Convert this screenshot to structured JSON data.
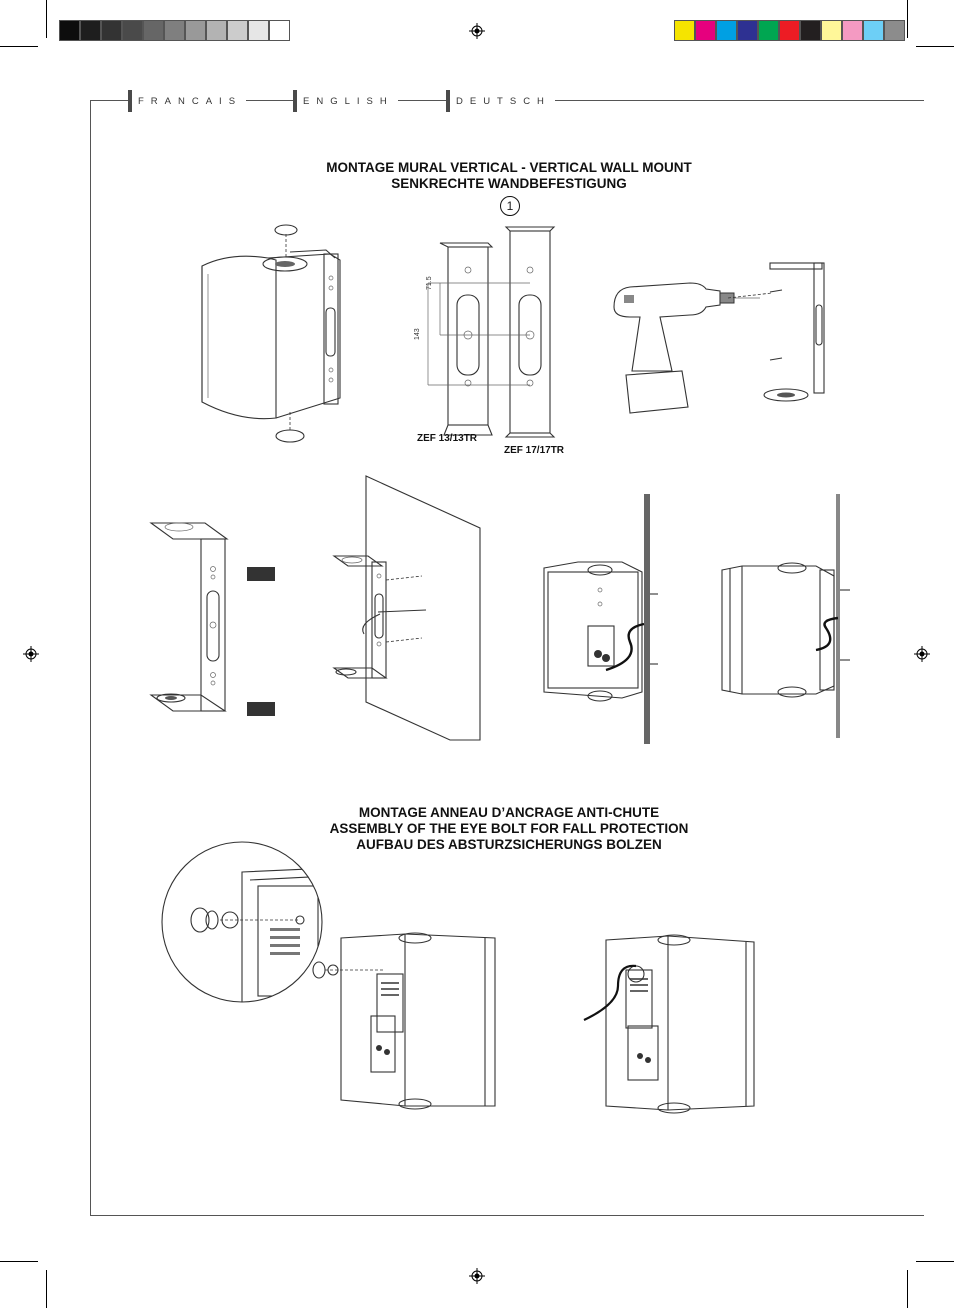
{
  "print_marks": {
    "gray_swatches": [
      "#0d0d0d",
      "#1e1e1e",
      "#333333",
      "#4a4a4a",
      "#666666",
      "#7f7f7f",
      "#999999",
      "#b3b3b3",
      "#cccccc",
      "#e6e6e6",
      "#ffffff"
    ],
    "color_swatches": [
      "#f5e400",
      "#e6007e",
      "#00a0e3",
      "#2e3192",
      "#00a651",
      "#ed1c24",
      "#231f20",
      "#fff799",
      "#f49ac2",
      "#6dcff6",
      "#8c8c8c"
    ]
  },
  "tabs": [
    {
      "label": "FRANCAIS"
    },
    {
      "label": "ENGLISH"
    },
    {
      "label": "DEUTSCH"
    }
  ],
  "section1": {
    "title_line1": "MONTAGE MURAL VERTICAL - VERTICAL WALL MOUNT",
    "title_line2": "SENKRECHTE WANDBEFESTIGUNG",
    "step_number": "1",
    "dimension_short": "71.5",
    "dimension_long": "143",
    "bracket_label_small": "ZEF 13/13TR",
    "bracket_label_large": "ZEF 17/17TR"
  },
  "section2": {
    "title_line1": "MONTAGE ANNEAU D’ANCRAGE ANTI-CHUTE",
    "title_line2": "ASSEMBLY OF THE EYE BOLT FOR FALL PROTECTION",
    "title_line3": "AUFBAU  DES ABSTURZSICHERUNGS BOLZEN"
  }
}
